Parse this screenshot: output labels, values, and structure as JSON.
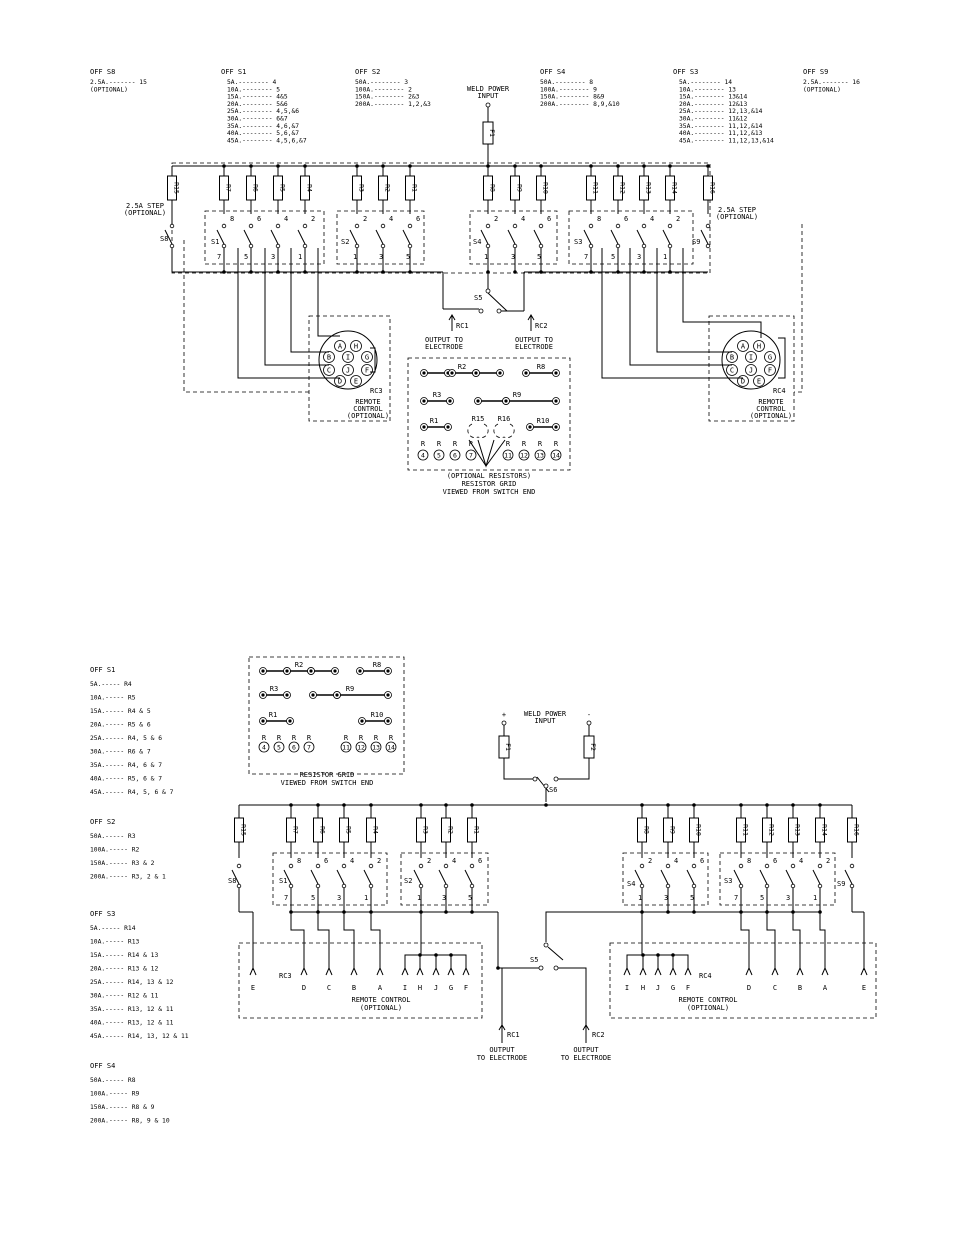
{
  "top": {
    "legend": {
      "s8": {
        "head": "OFF   S8",
        "lines": [
          "2.5A.------- 15",
          "(OPTIONAL)"
        ]
      },
      "s1": {
        "head": "OFF   S1",
        "lines": [
          "5A.-------- 4",
          "10A.-------- 5",
          "15A.-------- 4&5",
          "20A.-------- 5&6",
          "25A.-------- 4,5,&6",
          "30A.-------- 6&7",
          "35A.-------- 4,6,&7",
          "40A.-------- 5,6,&7",
          "45A.-------- 4,5,6,&7"
        ]
      },
      "s2": {
        "head": "OFF   S2",
        "lines": [
          "50A.-------- 3",
          "100A.-------- 2",
          "150A.-------- 2&3",
          "200A.-------- 1,2,&3"
        ]
      },
      "s4": {
        "head": "OFF   S4",
        "lines": [
          "50A.-------- 8",
          "100A.-------- 9",
          "150A.-------- 8&9",
          "200A.-------- 8,9,&10"
        ]
      },
      "s3": {
        "head": "OFF   S3",
        "lines": [
          "5A.-------- 14",
          "10A.-------- 13",
          "15A.-------- 13&14",
          "20A.-------- 12&13",
          "25A.-------- 12,13,&14",
          "30A.-------- 11&12",
          "35A.-------- 11,12,&14",
          "40A.-------- 11,12,&13",
          "45A.-------- 11,12,13,&14"
        ]
      },
      "s9": {
        "head": "OFF   S9",
        "lines": [
          "2.5A.------- 16",
          "(OPTIONAL)"
        ]
      }
    },
    "weld_input": [
      "WELD POWER",
      "INPUT"
    ],
    "fuse": "F1",
    "resistors_left": [
      "R15",
      "R7",
      "R6",
      "R5",
      "R4",
      "R3",
      "R2",
      "R1"
    ],
    "resistors_right": [
      "R8",
      "R9",
      "R10",
      "R11",
      "R12",
      "R13",
      "R14",
      "R16"
    ],
    "step_left": [
      "2.5A STEP",
      "(OPTIONAL)"
    ],
    "step_right": [
      "2.5A STEP",
      "(OPTIONAL)"
    ],
    "switches": {
      "s8": "S8",
      "s1": "S1",
      "s2": "S2",
      "s4": "S4",
      "s3": "S3",
      "s9": "S9",
      "s5": "S5"
    },
    "s1_top": [
      "8",
      "6",
      "4",
      "2"
    ],
    "s1_bot": [
      "7",
      "5",
      "3",
      "1"
    ],
    "s2_top": [
      "2",
      "4",
      "6"
    ],
    "s2_bot": [
      "1",
      "3",
      "5"
    ],
    "s4_top": [
      "2",
      "4",
      "6"
    ],
    "s4_bot": [
      "1",
      "3",
      "5"
    ],
    "s3_top": [
      "8",
      "6",
      "4",
      "2"
    ],
    "s3_bot": [
      "7",
      "5",
      "3",
      "1"
    ],
    "rc1": "RC1",
    "rc2": "RC2",
    "out1": [
      "OUTPUT TO",
      "ELECTRODE"
    ],
    "out2": [
      "OUTPUT TO",
      "ELECTRODE"
    ],
    "rc3": "RC3",
    "rc4": "RC4",
    "pins": [
      "A",
      "H",
      "B",
      "I",
      "G",
      "C",
      "J",
      "F",
      "D",
      "E"
    ],
    "remote": [
      "REMOTE",
      "CONTROL",
      "(OPTIONAL)"
    ],
    "grid": {
      "row1": [
        "R2",
        "R8"
      ],
      "row2": [
        "R3",
        "R9"
      ],
      "row3": [
        "R1",
        "R15",
        "R16",
        "R10"
      ],
      "r_labels": [
        "R",
        "R",
        "R",
        "R",
        "R",
        "R",
        "R",
        "R"
      ],
      "nums": [
        "4",
        "5",
        "6",
        "7",
        "11",
        "12",
        "13",
        "14"
      ],
      "caption": [
        "(OPTIONAL RESISTORS)",
        "RESISTOR GRID",
        "VIEWED FROM SWITCH END"
      ]
    }
  },
  "bottom": {
    "legend_s1": {
      "head": "OFF   S1",
      "lines": [
        "5A.----- R4",
        "10A.----- R5",
        "15A.----- R4 & 5",
        "20A.----- R5 & 6",
        "25A.----- R4, 5 & 6",
        "30A.----- R6 & 7",
        "35A.----- R4, 6 & 7",
        "40A.----- R5, 6 & 7",
        "45A.----- R4, 5, 6 & 7"
      ]
    },
    "legend_s2": {
      "head": "OFF   S2",
      "lines": [
        "50A.----- R3",
        "100A.----- R2",
        "150A.----- R3 & 2",
        "200A.----- R3, 2 & 1"
      ]
    },
    "legend_s3": {
      "head": "OFF   S3",
      "lines": [
        "5A.----- R14",
        "10A.----- R13",
        "15A.----- R14 & 13",
        "20A.----- R13 & 12",
        "25A.----- R14, 13 & 12",
        "30A.----- R12 & 11",
        "35A.----- R13, 12 & 11",
        "40A.----- R13, 12 & 11",
        "45A.----- R14, 13, 12 & 11"
      ]
    },
    "legend_s4": {
      "head": "OFF   S4",
      "lines": [
        "50A.----- R8",
        "100A.----- R9",
        "150A.----- R8 & 9",
        "200A.----- R8, 9 & 10"
      ]
    },
    "grid": {
      "row1": [
        "R2",
        "R8"
      ],
      "row2": [
        "R3",
        "R9"
      ],
      "row3": [
        "R1",
        "R10"
      ],
      "r_labels": [
        "R",
        "R",
        "R",
        "R",
        "R",
        "R",
        "R",
        "R"
      ],
      "nums": [
        "4",
        "5",
        "6",
        "7",
        "11",
        "12",
        "13",
        "14"
      ],
      "caption": [
        "RESISTOR GRID",
        "VIEWED FROM SWITCH END"
      ]
    },
    "weld_input": [
      "WELD POWER",
      "INPUT"
    ],
    "plus": "+",
    "minus": "-",
    "fuses": [
      "F1",
      "F2"
    ],
    "s6": "S6",
    "s5": "S5",
    "resistors_left": [
      "R15",
      "R7",
      "R6",
      "R5",
      "R4",
      "R3",
      "R2",
      "R1"
    ],
    "resistors_right": [
      "R8",
      "R9",
      "R10",
      "R11",
      "R12",
      "R13",
      "R14",
      "R16"
    ],
    "switches": {
      "s8": "S8",
      "s1": "S1",
      "s2": "S2",
      "s4": "S4",
      "s3": "S3",
      "s9": "S9"
    },
    "s1_top": [
      "8",
      "6",
      "4",
      "2"
    ],
    "s1_bot": [
      "7",
      "5",
      "3",
      "1"
    ],
    "s2_top": [
      "2",
      "4",
      "6"
    ],
    "s2_bot": [
      "1",
      "3",
      "5"
    ],
    "s4_top": [
      "2",
      "4",
      "6"
    ],
    "s4_bot": [
      "1",
      "3",
      "5"
    ],
    "s3_top": [
      "8",
      "6",
      "4",
      "2"
    ],
    "s3_bot": [
      "7",
      "5",
      "3",
      "1"
    ],
    "rc3": "RC3",
    "rc4": "RC4",
    "left_terms": [
      "E",
      "D",
      "C",
      "B",
      "A",
      "I",
      "H",
      "J",
      "G",
      "F"
    ],
    "right_terms": [
      "I",
      "H",
      "J",
      "G",
      "F",
      "E",
      "D",
      "C",
      "B",
      "A"
    ],
    "right_terms_order": [
      "I",
      "H",
      "J",
      "G",
      "F",
      "D",
      "C",
      "B",
      "A",
      "E"
    ],
    "remote_left": [
      "REMOTE CONTROL",
      "(OPTIONAL)"
    ],
    "remote_right": [
      "REMOTE CONTROL",
      "(OPTIONAL)"
    ],
    "rc1": "RC1",
    "rc2": "RC2",
    "out1": [
      "OUTPUT",
      "TO ELECTRODE"
    ],
    "out2": [
      "OUTPUT",
      "TO ELECTRODE"
    ]
  }
}
